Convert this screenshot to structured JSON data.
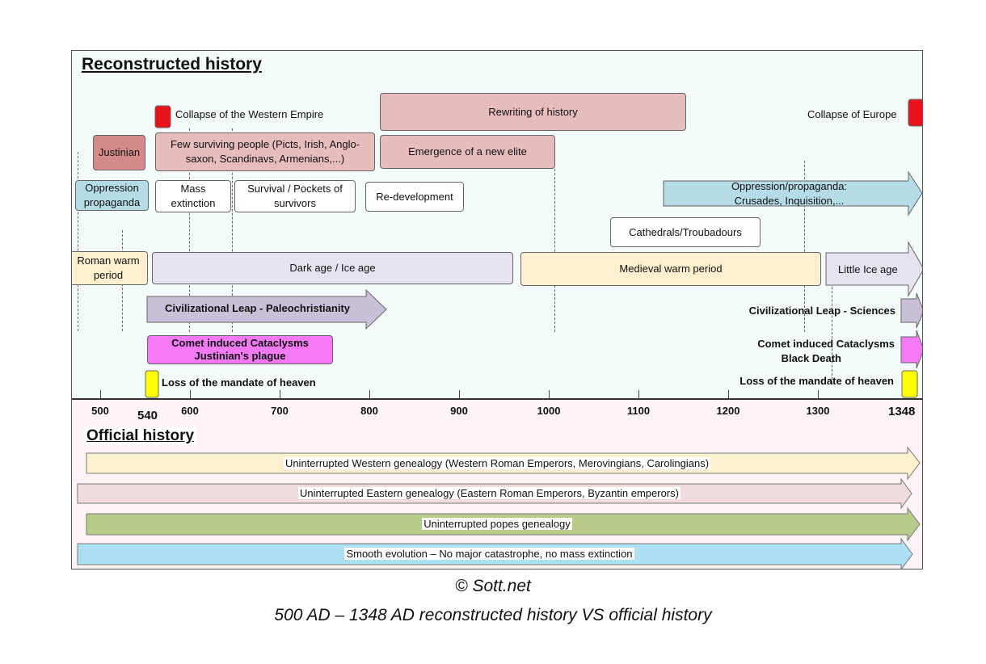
{
  "colors": {
    "top_bg": "#f3fbfb",
    "bottom_bg": "#fcf4f4",
    "red_marker": "#e8131b",
    "yellow_marker": "#ffff00",
    "justinian_fill": "#d58a8a",
    "pink_fill": "#e6bcbc",
    "blue_fill": "#b5dbe6",
    "warm_fill": "#fdf0cf",
    "dark_fill": "#e6e3ee",
    "purple_fill": "#c9c0d8",
    "magenta_fill": "#f47af4",
    "official_beige": "#fdf0cf",
    "official_pink": "#f0dcdc",
    "official_green": "#b8cc8a",
    "official_blue": "#ade0f5"
  },
  "reconstructed": {
    "title": "Reconstructed history",
    "collapse_west": "Collapse of the Western Empire",
    "collapse_europe": "Collapse of Europe",
    "rewriting": "Rewriting of history",
    "justinian": "Justinian",
    "few_surviving": [
      "Few surviving people (Picts, Irish, Anglo-",
      "saxon, Scandinavs, Armenians,...)"
    ],
    "new_elite": "Emergence of a new elite",
    "oppression_left": [
      "Oppression",
      "propaganda"
    ],
    "mass_extinction": [
      "Mass",
      "extinction"
    ],
    "survival": [
      "Survival / Pockets of",
      "survivors"
    ],
    "redevelopment": "Re-development",
    "oppression_right": [
      "Oppression/propaganda:",
      "Crusades, Inquisition,..."
    ],
    "cathedrals": "Cathedrals/Troubadours",
    "roman_warm": [
      "Roman warm",
      "period"
    ],
    "dark_age": "Dark age / Ice age",
    "medieval_warm": "Medieval warm period",
    "little_ice_age": "Little Ice age",
    "leap_left": "Civilizational Leap - Paleochristianity",
    "leap_right": "Civilizational Leap - Sciences",
    "cataclysm_left": [
      "Comet induced Cataclysms",
      "Justinian's plague"
    ],
    "cataclysm_right": [
      "Comet induced Cataclysms",
      "Black Death"
    ],
    "mandate_left": "Loss of the mandate of heaven",
    "mandate_right": "Loss of the mandate of heaven"
  },
  "axis": {
    "ticks": [
      "500",
      "600",
      "700",
      "800",
      "900",
      "1000",
      "1100",
      "1200",
      "1300"
    ],
    "start_label": "540",
    "end_label": "1348"
  },
  "official": {
    "title": "Official history",
    "western": "Uninterrupted Western genealogy (Western Roman Emperors, Merovingians, Carolingians)",
    "eastern": "Uninterrupted Eastern genealogy (Eastern Roman Emperors, Byzantin emperors)",
    "popes": "Uninterrupted popes genealogy",
    "smooth": "Smooth evolution – No major catastrophe, no mass extinction"
  },
  "caption": {
    "credit": "© Sott.net",
    "subtitle": "500 AD – 1348 AD reconstructed history VS official history"
  }
}
